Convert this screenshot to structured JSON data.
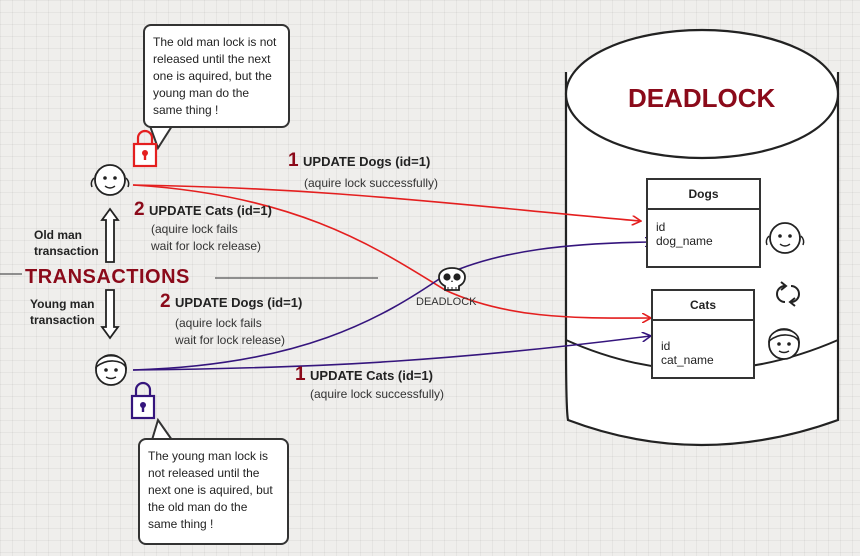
{
  "database": {
    "title": "DEADLOCK"
  },
  "center": {
    "label": "TRANSACTIONS",
    "deadlock_label": "DEADLOCK"
  },
  "old_man": {
    "label": "Old man\ntransaction"
  },
  "young_man": {
    "label": "Young man\ntransaction"
  },
  "notes": {
    "top": "The old man lock is not\nreleased until the next\none is aquired, but the\nyoung man do the\nsame thing !",
    "bottom": "The young man lock is\nnot released until the\nnext one is aquired, but\nthe old man do the\nsame thing !"
  },
  "steps": {
    "old_1": {
      "num": "1",
      "sql": "UPDATE Dogs (id=1)",
      "note": "(aquire lock successfully)"
    },
    "old_2": {
      "num": "2",
      "sql": "UPDATE Cats (id=1)",
      "note": "(aquire lock fails\nwait for lock release)"
    },
    "young_2": {
      "num": "2",
      "sql": "UPDATE Dogs (id=1)",
      "note": "(aquire lock fails\nwait for lock release)"
    },
    "young_1": {
      "num": "1",
      "sql": "UPDATE Cats (id=1)",
      "note": "(aquire lock successfully)"
    }
  },
  "tables": {
    "dogs": {
      "name": "Dogs",
      "columns": [
        "id",
        "dog_name"
      ]
    },
    "cats": {
      "name": "Cats",
      "columns": [
        "id",
        "cat_name"
      ]
    }
  },
  "colors": {
    "red": "#e41f1f",
    "purple": "#35157d",
    "title": "#8b0a1a",
    "ink": "#222222"
  },
  "icons": [
    "padlock-icon",
    "old-man-icon",
    "young-man-icon",
    "skull-icon",
    "cycle-icon",
    "arrow-up-icon",
    "arrow-down-icon"
  ]
}
